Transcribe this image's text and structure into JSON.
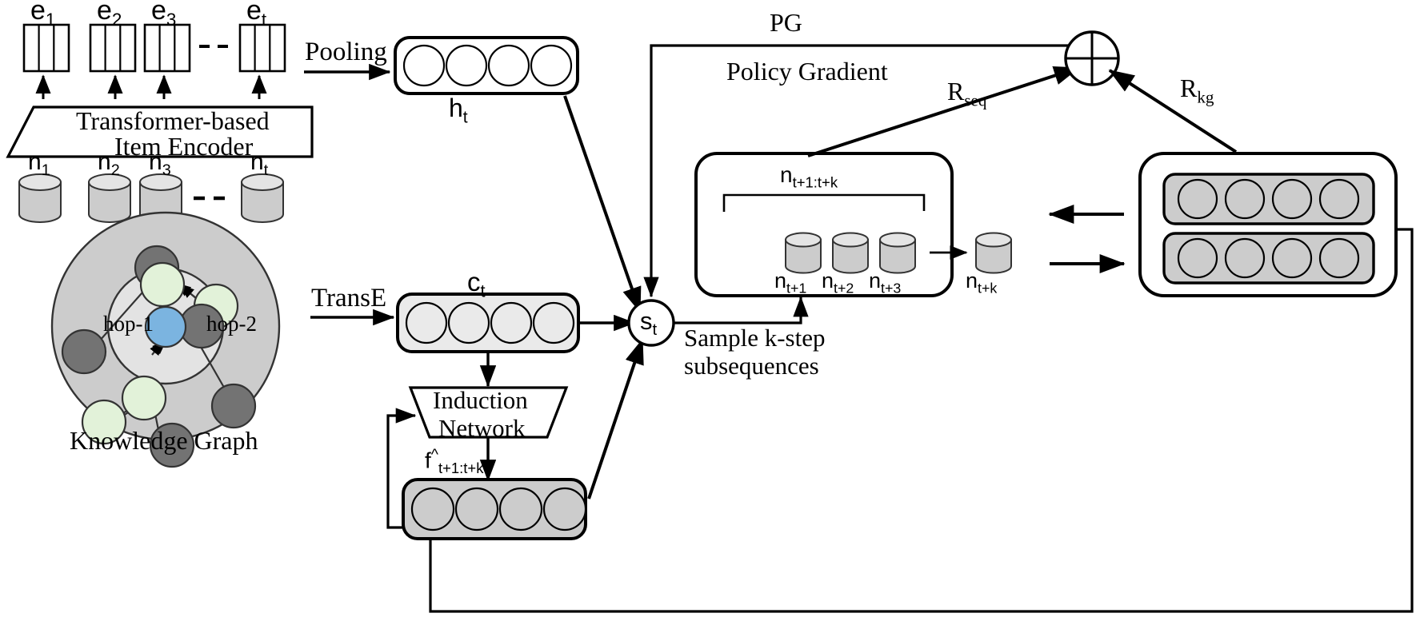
{
  "figure": {
    "type": "architecture-diagram",
    "title": "Knowledge-graph enhanced sequential recommendation framework"
  },
  "encoder": {
    "label_line1": "Transformer-based",
    "label_line2": "Item Encoder",
    "outputs": [
      {
        "base": "e",
        "sub": "1"
      },
      {
        "base": "e",
        "sub": "2"
      },
      {
        "base": "e",
        "sub": "3"
      },
      {
        "base": "e",
        "sub": "t"
      }
    ],
    "inputs": [
      {
        "base": "n",
        "sub": "1"
      },
      {
        "base": "n",
        "sub": "2"
      },
      {
        "base": "n",
        "sub": "3"
      },
      {
        "base": "n",
        "sub": "t"
      }
    ],
    "ellipsis": "- - - -"
  },
  "knowledge_graph": {
    "caption": "Knowledge Graph",
    "hop1_label": "hop-1",
    "hop2_label": "hop-2",
    "colors": {
      "outer_ring": "#cccccc",
      "inner_ring": "#e3e3e3",
      "center_node": "#7bb4e0",
      "green_node": "#e2f2d9",
      "dark_node": "#737373"
    }
  },
  "arrows": {
    "pooling": "Pooling",
    "transe": "TransE"
  },
  "vectors": {
    "h_t": {
      "base": "h",
      "sub": "t",
      "cells": 4,
      "fill": "#ffffff"
    },
    "c_t": {
      "base": "c",
      "sub": "t",
      "cells": 4,
      "fill": "#eaeaea"
    },
    "f_hat": {
      "base": "f",
      "sup": "^",
      "sub": "t+1:t+k",
      "cells": 4,
      "fill": "#cccccc"
    }
  },
  "induction_network": {
    "line1": "Induction",
    "line2": "Network"
  },
  "state": {
    "base": "s",
    "sub": "t",
    "caption_line1": "Sample k-step",
    "caption_line2": "subsequences"
  },
  "subsequence_box": {
    "sequence_label": {
      "base": "n",
      "sub": "t+1:t+k"
    },
    "items": [
      {
        "base": "n",
        "sub": "t+1"
      },
      {
        "base": "n",
        "sub": "t+2"
      },
      {
        "base": "n",
        "sub": "t+3"
      },
      {
        "base": "n",
        "sub": "t+k"
      }
    ],
    "cylinder_fill": "#cccccc"
  },
  "kg_embedding_box": {
    "rows": 2,
    "cells_per_row": 4,
    "row_fill": "#cccccc",
    "outer_fill": "#ffffff"
  },
  "rewards": {
    "pg_short": "PG",
    "pg_long": "Policy Gradient",
    "r_seq": {
      "base": "R",
      "sub": "seq"
    },
    "r_kg": {
      "base": "R",
      "sub": "kg"
    },
    "combiner_symbol": "plus-circle"
  },
  "palette": {
    "stroke": "#000000",
    "light_gray": "#eaeaea",
    "mid_gray": "#cccccc",
    "dark_gray": "#737373",
    "green": "#e2f2d9",
    "blue": "#7bb4e0"
  }
}
